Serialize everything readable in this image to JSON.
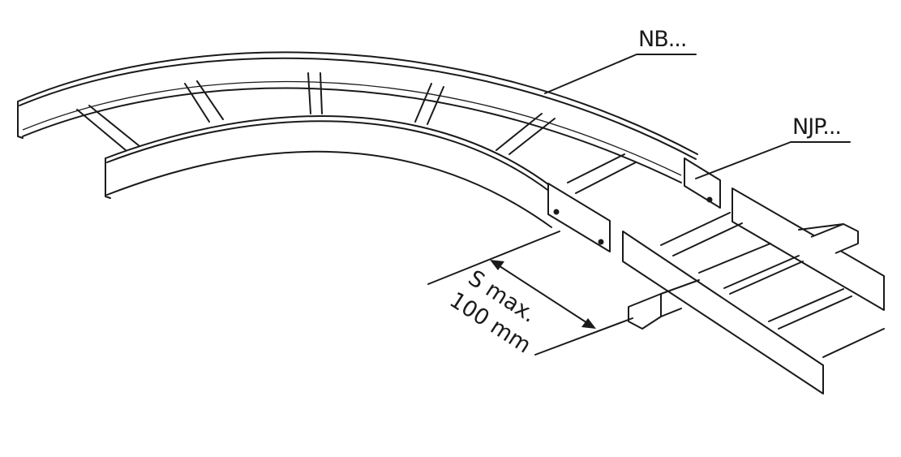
{
  "diagram": {
    "type": "technical-drawing",
    "subject": "cable ladder horizontal bend joined to straight cable ladder",
    "labels": {
      "bend": "NB...",
      "joint": "NJP..."
    },
    "dimension": {
      "line1": "S max.",
      "line2": "100 mm"
    },
    "colors": {
      "line": "#1a1a1a",
      "background": "#ffffff"
    }
  }
}
